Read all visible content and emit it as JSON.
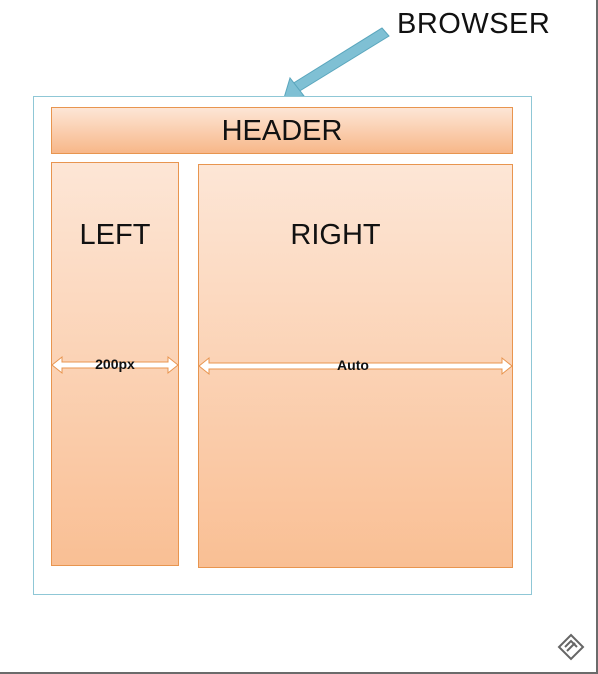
{
  "browser_label": "BROWSER",
  "header_label": "HEADER",
  "left_label": "LEFT",
  "right_label": "RIGHT",
  "left_width_label": "200px",
  "right_width_label": "Auto",
  "colors": {
    "panel_top": "#fde6d6",
    "panel_bottom": "#f9bf94",
    "panel_border": "#e8954f",
    "browser_border": "#8fc7d6",
    "arrow": "#7fc0d4"
  },
  "icons": {
    "pointer": "browser-pointer-arrow-icon",
    "corner": "corner-logo-icon"
  }
}
